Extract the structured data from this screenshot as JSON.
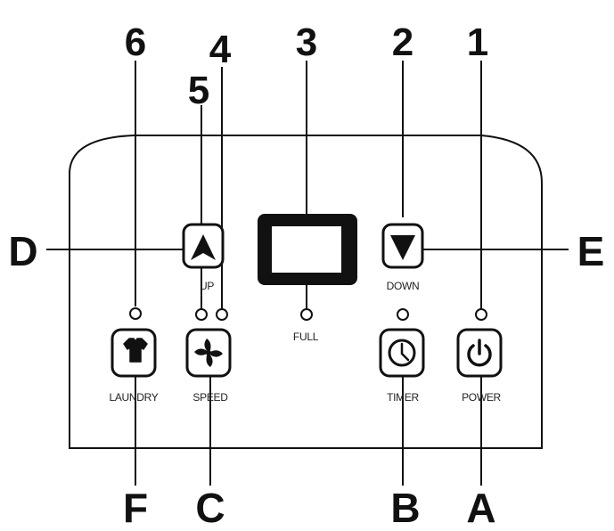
{
  "callouts": {
    "n1": "1",
    "n2": "2",
    "n3": "3",
    "n4": "4",
    "n5": "5",
    "n6": "6",
    "A": "A",
    "B": "B",
    "C": "C",
    "D": "D",
    "E": "E",
    "F": "F"
  },
  "buttons": {
    "laundry": "LAUNDRY",
    "speed": "SPEED",
    "up": "UP",
    "down": "DOWN",
    "timer": "TIMER",
    "power": "POWER"
  },
  "indicators": {
    "full": "FULL"
  },
  "icons": {
    "laundry": "shirt-icon",
    "speed": "fan-icon",
    "up": "triangle-up-icon",
    "down": "triangle-down-icon",
    "timer": "clock-icon",
    "power": "power-icon"
  }
}
